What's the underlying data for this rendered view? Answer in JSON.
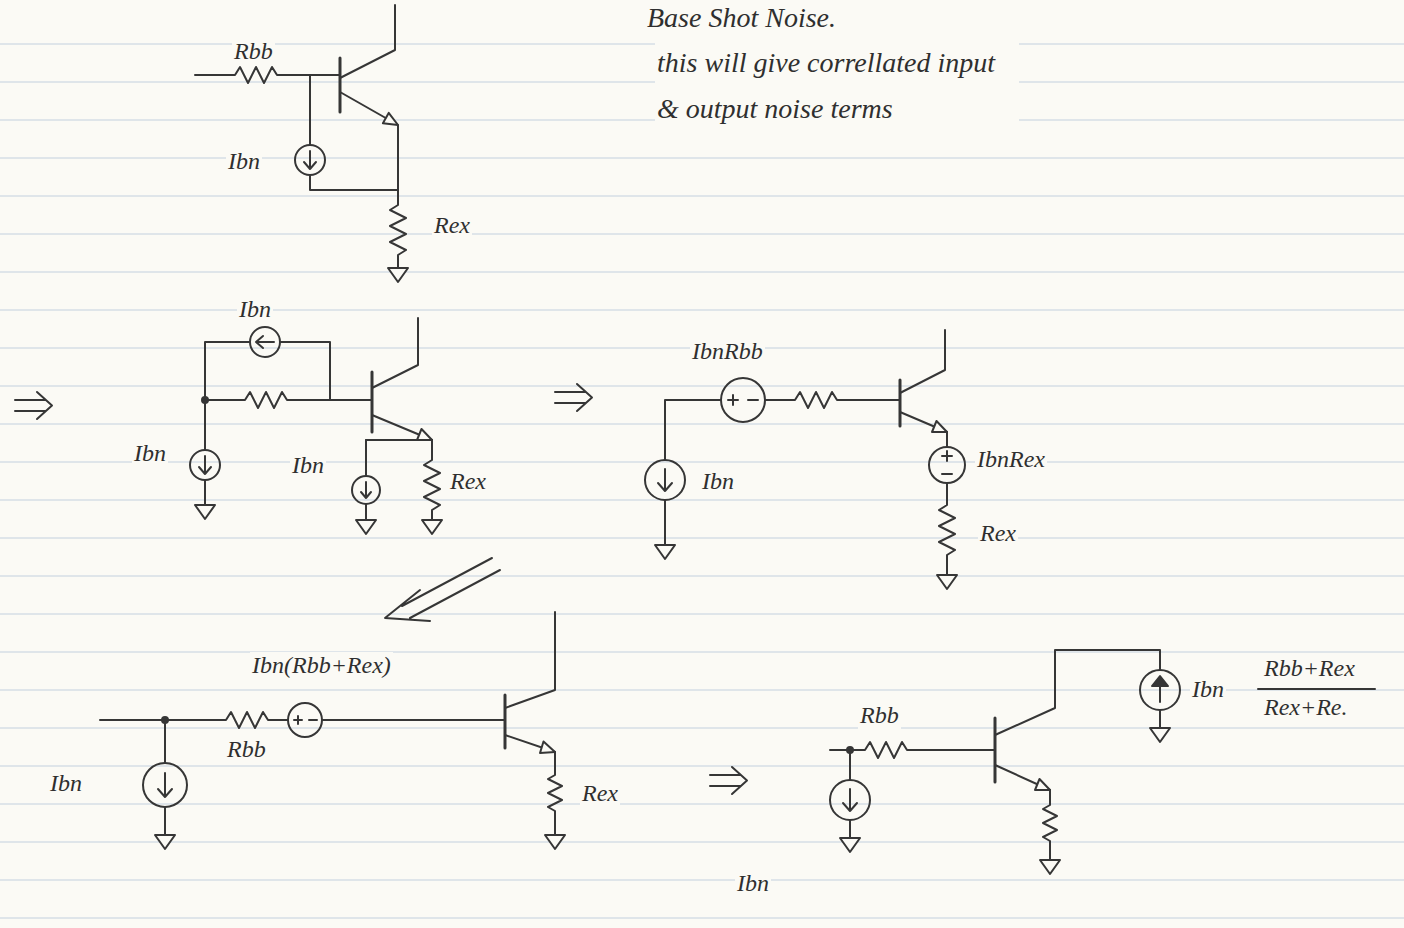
{
  "diagram": {
    "title": "Base Shot Noise.",
    "labels": [
      "this will give correllated input & output noise terms",
      "Rbb",
      "Ibn",
      "Rex",
      "Ibn",
      "Ibn",
      "Ibn",
      "Rex",
      "IbnRbb",
      "Ibn",
      "IbnRex",
      "Rex",
      "Ibn(Rbb+Rex)",
      "Rbb",
      "Ibn",
      "Rex",
      "Rbb",
      "Ibn",
      "Ibn",
      "Rbb+Rex",
      "Rex+Re."
    ]
  }
}
